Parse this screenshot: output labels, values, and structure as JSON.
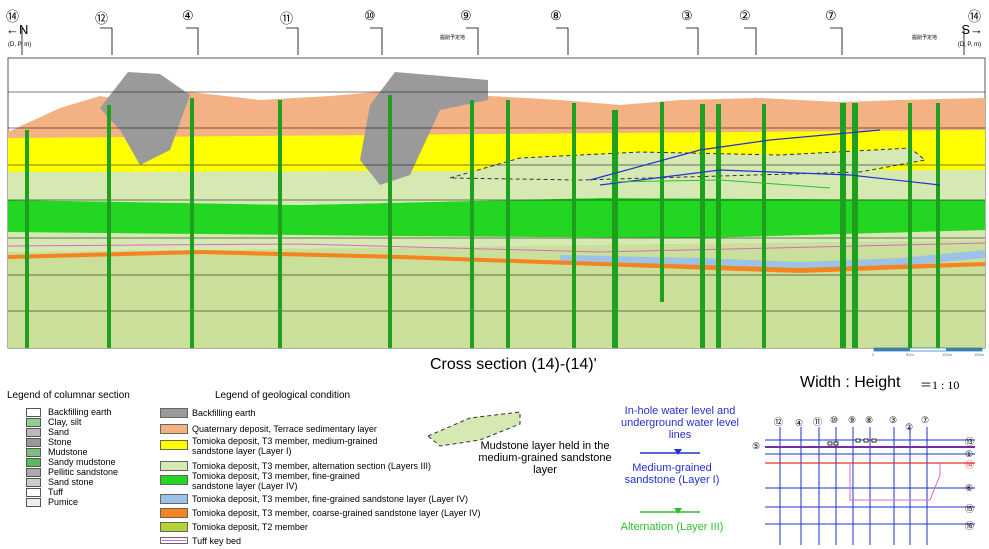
{
  "header": {
    "left_label": "⑭",
    "left_dir": "←N",
    "right_label": "⑭",
    "right_dir": "S→",
    "units_left": "(D, P, m)",
    "units_right": "(D, P, m)",
    "section_markers": [
      "⑫",
      "④",
      "⑪",
      "⑩",
      "⑨",
      "⑧",
      "③",
      "②",
      "⑦"
    ],
    "small_label": "掘削予定地"
  },
  "caption": "Cross section (14)-(14)'",
  "ratio": {
    "label": "Width : Height",
    "value": "＝1 : 10"
  },
  "scale_ticks": [
    "0",
    "50m",
    "100m",
    "150m"
  ],
  "columnar_legend": {
    "title": "Legend of columnar section",
    "items": [
      "Backfilling earth",
      "Clay, silt",
      "Sand",
      "Stone",
      "Mudstone",
      "Sandy mudstone",
      "Pellitic sandstone",
      "Sand stone",
      "Tuff",
      "Pumice"
    ]
  },
  "geo_legend": {
    "title": "Legend of geological condition",
    "items": [
      {
        "label": "Backfilling earth",
        "color": "#9a9a9a"
      },
      {
        "label": "Quaternary deposit, Terrace sedimentary layer",
        "color": "#f4b183"
      },
      {
        "label": "Tomioka deposit, T3 member, medium-grained sandstone layer (Layer I)",
        "color": "#ffff00"
      },
      {
        "label": "Tomioka deposit, T3 member, alternation section (Layers III)",
        "color": "#d6e9b3"
      },
      {
        "label": "Tomioka deposit, T3 member, fine-grained sandstone layer (Layer IV)",
        "color": "#22d622"
      },
      {
        "label": "Tomioka deposit, T3 member, fine-grained sandstone layer (Layer IV)",
        "color": "#9cc3e6"
      },
      {
        "label": "Tomioka deposit, T3 member, coarse-grained sandstone layer (Layer IV)",
        "color": "#f5831f"
      },
      {
        "label": "Tomioka deposit, T2 member",
        "color": "#b5d334"
      },
      {
        "label": "Tuff key bed",
        "color": "#e066c8"
      }
    ]
  },
  "mudstone_note": "Mudstone layer held in the medium-grained sandstone layer",
  "water_legend": {
    "title": "In-hole water level and underground water level lines",
    "medium": "Medium-grained sandstone (Layer I)",
    "alternation": "Alternation (Layer III)"
  },
  "key_map": {
    "top_labels": [
      "⑫",
      "④",
      "⑪",
      "⑩",
      "⑨",
      "⑧",
      "③",
      "⑦",
      "②"
    ],
    "right_labels": [
      "⑬",
      "①",
      "⑭",
      "⑥",
      "⑮",
      "⑯"
    ],
    "left_label": "⑤"
  },
  "colors": {
    "water_blue": "#2233cc",
    "water_green": "#2bbf2b",
    "boring_green": "#1ea01e"
  }
}
